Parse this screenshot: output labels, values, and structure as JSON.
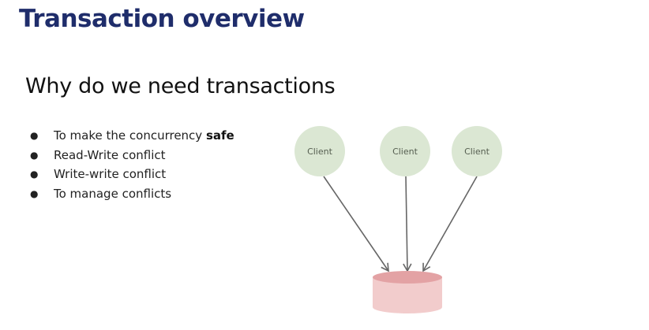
{
  "slide": {
    "title": "Transaction overview",
    "subtitle": "Why do we need transactions"
  },
  "bullets": [
    {
      "text": "To make the concurrency ",
      "bold": "safe"
    },
    {
      "text": "Read-Write conflict",
      "bold": ""
    },
    {
      "text": "Write-write conflict",
      "bold": ""
    },
    {
      "text": "To manage conflicts",
      "bold": ""
    }
  ],
  "diagram": {
    "clients": [
      {
        "label": "Client"
      },
      {
        "label": "Client"
      },
      {
        "label": "Client"
      }
    ],
    "colors": {
      "client_fill": "#dbe7d3",
      "database_body": "#f2cccc",
      "database_top": "#e3a2a4",
      "arrow": "#666666",
      "title": "#1f2d6b"
    }
  }
}
